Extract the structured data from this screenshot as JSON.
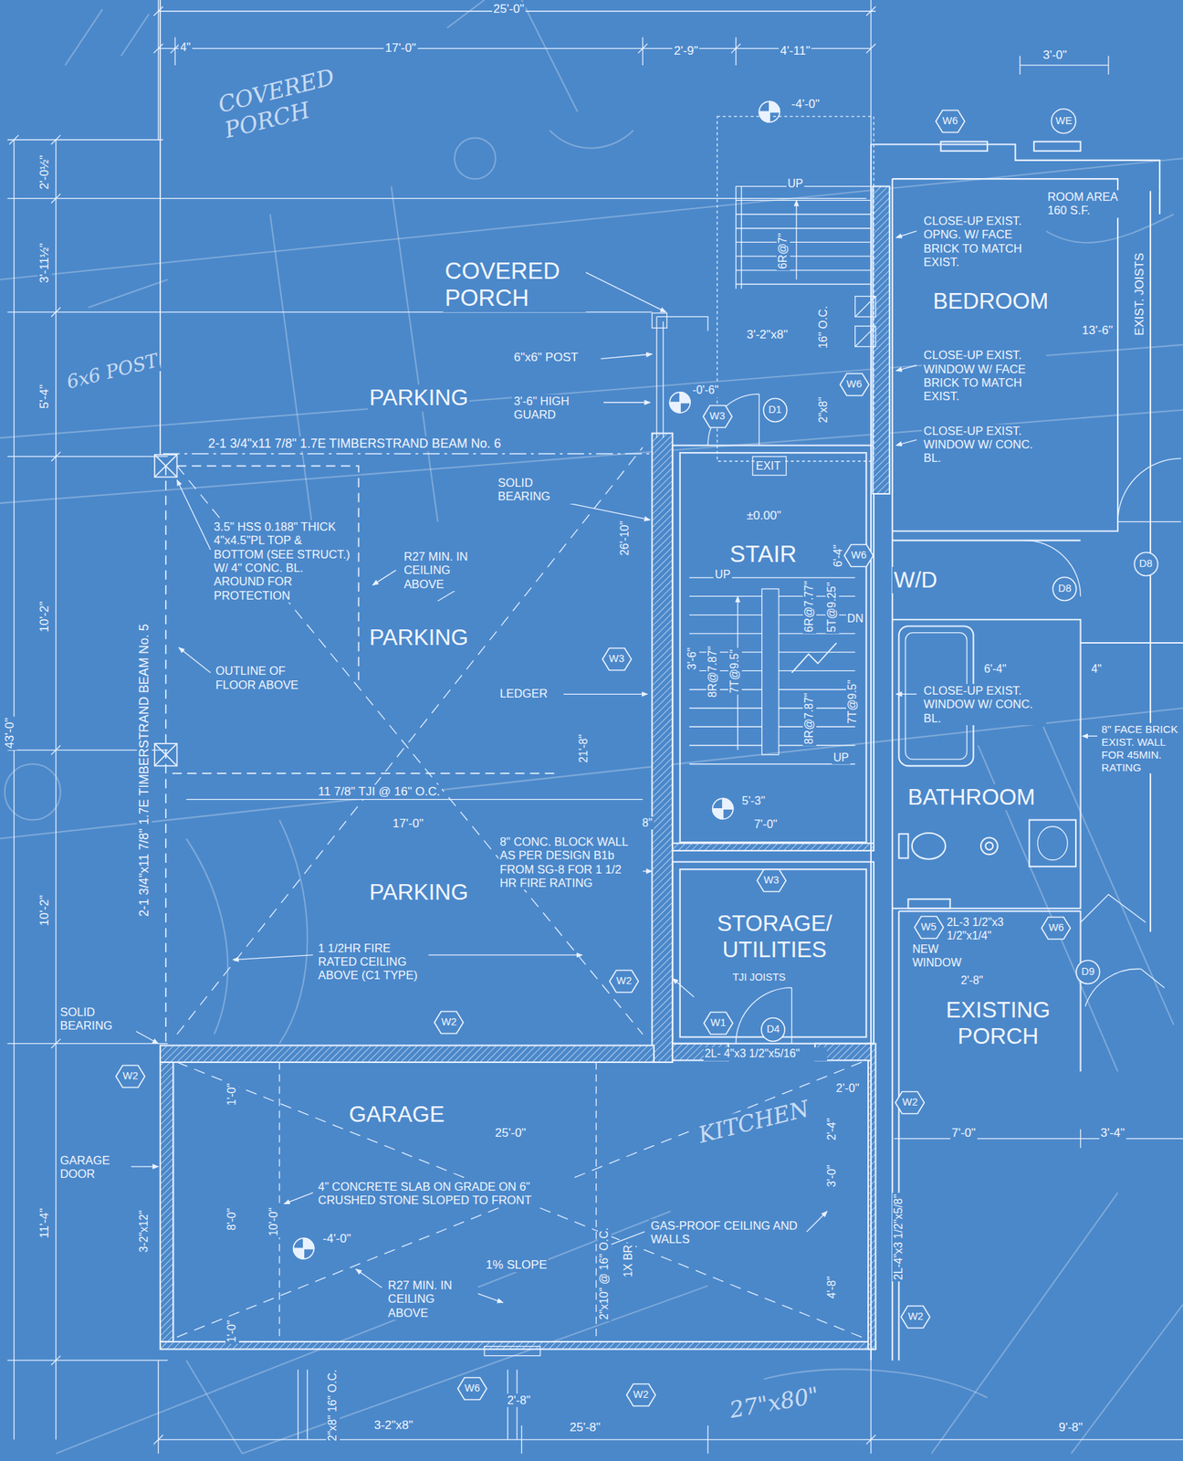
{
  "diagram": {
    "nodes": [
      {
        "text": [
          "W6"
        ]
      },
      {
        "text": [
          "WE"
        ]
      },
      {
        "text": [
          "ROOM AREA 160 S.F.",
          "BEDROOM"
        ]
      },
      {
        "text": [
          "W6"
        ]
      },
      {
        "text": [
          "W3"
        ]
      },
      {
        "text": [
          "D1"
        ]
      },
      {
        "text": [
          "STAIR"
        ]
      },
      {
        "text": [
          "W6"
        ],
        "in": 6
      },
      {
        "text": [
          "D8"
        ]
      },
      {
        "text": [
          "D8"
        ]
      },
      {
        "text": [
          "W3"
        ]
      },
      {
        "text": [
          "BATHROOM"
        ]
      },
      {
        "text": [
          "STORAGE/ UTILITIES",
          "TJI JOISTS"
        ]
      },
      {
        "text": [
          "W3"
        ],
        "in": 12
      },
      {
        "text": [
          "EXISTING PORCH"
        ]
      },
      {
        "text": [
          "W5"
        ],
        "in": 14
      },
      {
        "text": [
          "W6"
        ],
        "in": 14
      },
      {
        "text": [
          "D9"
        ]
      },
      {
        "text": [
          "W2"
        ]
      },
      {
        "text": [
          "W1"
        ],
        "in": 12
      },
      {
        "text": [
          "D4"
        ],
        "in": 12
      },
      {
        "text": [
          "W2"
        ]
      },
      {
        "text": [
          "W2"
        ]
      },
      {
        "text": [
          "GARAGE"
        ]
      },
      {
        "text": [
          "W2"
        ]
      },
      {
        "text": [
          "W2"
        ]
      },
      {
        "text": [
          "W6"
        ]
      },
      {
        "text": [
          "W2"
        ]
      }
    ],
    "labels": [
      "25'-0\"",
      "4\"",
      "17'-0\"",
      "2'-9\"",
      "4'-11\"",
      "3'-0\"",
      "-4'-0\"",
      "UP",
      "COVERED PORCH",
      "CLOSE-UP EXIST. OPNG. W/ FACE BRICK TO MATCH EXIST.",
      "EXIST. JOISTS",
      "13'-6\"",
      "6R@7\"",
      "3'-2\"x8\"",
      "16\" O.C.",
      "6\"x6\" POST",
      "PARKING",
      "3'-6\" HIGH GUARD",
      "-0'-6\"",
      "2\"x8\"",
      "CLOSE-UP EXIST. WINDOW W/ FACE BRICK TO MATCH EXIST.",
      "CLOSE-UP EXIST. WINDOW W/ CONC. BL.",
      "2-1 3/4\"x11 7/8\" 1.7E TIMBERSTRAND BEAM No. 6",
      "SOLID BEARING",
      "EXIT",
      "±0.00\"",
      "26'-10\"",
      "6'-4\"",
      "3.5\" HSS 0.188\" THICK 4\"x4.5\"PL TOP & BOTTOM (SEE STRUCT.) W/ 4\" CONC. BL. AROUND FOR PROTECTION",
      "R27 MIN. IN CEILING ABOVE",
      "W/D",
      "UP",
      "6R@7.77\"",
      "5T@9.25\"",
      "DN",
      "PARKING",
      "OUTLINE OF FLOOR ABOVE",
      "8R@7.87\"",
      "7T@9.5\"",
      "3'-6\"",
      "LEDGER",
      "21'-8\"",
      "8R@7.87\"",
      "7T@9.5\"",
      "UP",
      "6'-4\"",
      "4\"",
      "CLOSE-UP EXIST. WINDOW W/ CONC. BL.",
      "8\" FACE BRICK EXIST. WALL FOR 45MIN. RATING",
      "5'-3\"",
      "7'-0\"",
      "11 7/8\" TJI @ 16\" O.C.",
      "17'-0\"",
      "8\"",
      "8\" CONC. BLOCK WALL AS PER DESIGN B1b FROM SG-8 FOR 1 1/2 HR FIRE RATING",
      "PARKING",
      "2L-3 1/2\"x3 1/2\"x1/4\"",
      "NEW WINDOW",
      "2'-8\"",
      "1 1/2HR FIRE RATED CEILING ABOVE (C1 TYPE)",
      "SOLID BEARING",
      "2L- 4\"x3 1/2\"x5/16\"",
      "2'-0\"",
      "25'-0\"",
      "7'-0\"",
      "3'-4\"",
      "GARAGE DOOR",
      "2L-4\"x3 1/2\"x5/8\"",
      "2'-4\"",
      "3'-0\"",
      "4'-8\"",
      "4\" CONCRETE SLAB ON GRADE ON 6\" CRUSHED STONE SLOPED TO FRONT",
      "GAS-PROOF CEILING AND WALLS",
      "-4'-0\"",
      "1% SLOPE",
      "R27 MIN. IN CEILING ABOVE",
      "2\"x10\" @ 16\" O.C.",
      "1X BR",
      "8'-0\"",
      "10'-0\"",
      "3-2\"x12\"",
      "1'-0\"",
      "1'-0\"",
      "2'-0½\"",
      "3'-11½\"",
      "5'-4\"",
      "10'-2\"",
      "10'-2\"",
      "11'-4\"",
      "43'-0\"",
      "2-1 3/4\"x11 7/8\" 1.7E TIMBERSTRAND BEAM No. 5",
      "2\"x8\" 16\" O.C.",
      "3-2\"x8\"",
      "2'-8\"",
      "25'-8\"",
      "9'-8\"",
      "COVERED PORCH",
      "6x6 POST",
      "KITCHEN",
      "27\"x80\""
    ]
  }
}
